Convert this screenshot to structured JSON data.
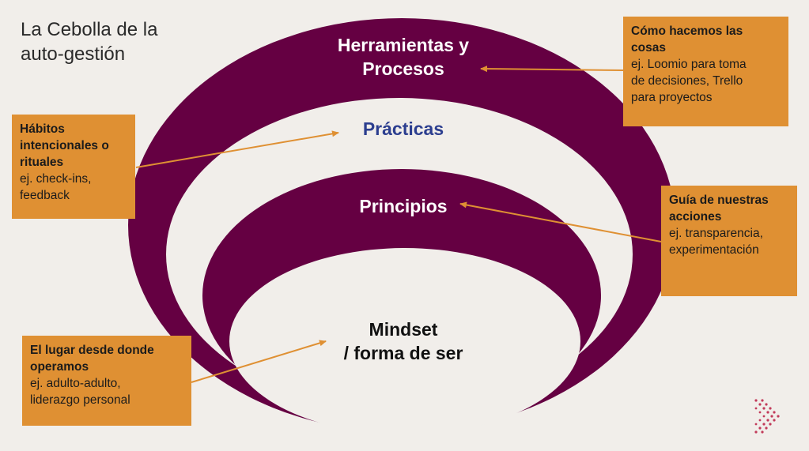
{
  "title": {
    "line1": "La Cebolla de la",
    "line2": "auto-gestión"
  },
  "layers": {
    "tools": {
      "line1": "Herramientas y",
      "line2": "Procesos"
    },
    "practices": "Prácticas",
    "principles": "Principios",
    "mindset": {
      "line1": "Mindset",
      "line2": "/ forma de ser"
    }
  },
  "callouts": {
    "tools": {
      "heading_line1": "Cómo hacemos las",
      "heading_line2": "cosas",
      "body_line1": "ej. Loomio para toma",
      "body_line2": "de decisiones, Trello",
      "body_line3": "para proyectos"
    },
    "practices": {
      "heading_line1": "Hábitos",
      "heading_line2": "intencionales o",
      "heading_line3": "rituales",
      "body_line1": "ej. check-ins,",
      "body_line2": "feedback"
    },
    "principles": {
      "heading_line1": "Guía de nuestras",
      "heading_line2": "acciones",
      "body_line1": "ej. transparencia,",
      "body_line2": "experimentación"
    },
    "mindset": {
      "heading_line1": "El lugar desde donde",
      "heading_line2": "operamos",
      "body_line1": "ej. adulto-adulto,",
      "body_line2": "liderazgo personal"
    }
  },
  "colors": {
    "ring": "#650042",
    "background": "#f1eeea",
    "callout": "#df9033",
    "arrow": "#df9033",
    "practices_text": "#2c3e8f"
  },
  "logo_icon": "chevron-dots-icon"
}
